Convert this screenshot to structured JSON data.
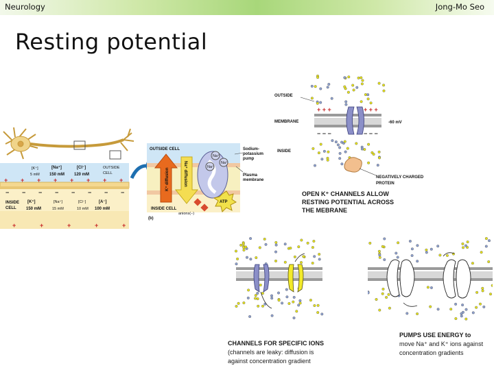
{
  "header": {
    "left": "Neurology",
    "right": "Jong-Mo Seo"
  },
  "title": "Resting potential",
  "left_figure": {
    "conc_outside": [
      {
        "ion": "[K⁺]",
        "value": "5 mM"
      },
      {
        "ion": "[Na⁺]",
        "value": "150 mM"
      },
      {
        "ion": "[Cl⁻]",
        "value": "120 mM"
      }
    ],
    "outside_cell": "OUTSIDE\nCELL",
    "inside_cell": "INSIDE\nCELL",
    "conc_inside": [
      {
        "ion": "[K⁺]",
        "value": "150 mM"
      },
      {
        "ion": "[Na⁺]",
        "value": "15 mM"
      },
      {
        "ion": "[Cl⁻]",
        "value": "10 mM"
      },
      {
        "ion": "[A⁻]",
        "value": "100 mM"
      }
    ]
  },
  "middle_figure": {
    "outside": "OUTSIDE CELL",
    "inside": "INSIDE CELL",
    "pump": "Sodium-\npotassium\npump",
    "membrane": "Plasma\nmembrane",
    "k_diffusion": "K⁺ diffusion",
    "na_diffusion": "Na⁺ diffusion",
    "anions": "anions(−)",
    "atp": "ATP",
    "panel": "(b)"
  },
  "right_top": {
    "outside": "OUTSIDE",
    "membrane": "MEMBRANE",
    "inside": "INSIDE",
    "voltage": "-60 mV",
    "negative": "NEGATIVELY CHARGED\nPROTEIN",
    "caption": [
      "OPEN K⁺ CHANNELS ALLOW",
      "RESTING POTENTIAL ACROSS",
      "THE MEBRANE"
    ]
  },
  "bottom_left_caption": [
    "CHANNELS FOR SPECIFIC IONS",
    "(channels are leaky: diffusion is",
    "against concentration gradient"
  ],
  "bottom_right_caption": [
    "PUMPS USE ENERGY to",
    "move Na⁺ and K⁺ ions against",
    "concentration gradients"
  ],
  "colors": {
    "accent": "#a8d77a",
    "ion_yellow": "#e6e21a",
    "ion_blue": "#8da0cf",
    "channel": "#8b8fc8"
  }
}
